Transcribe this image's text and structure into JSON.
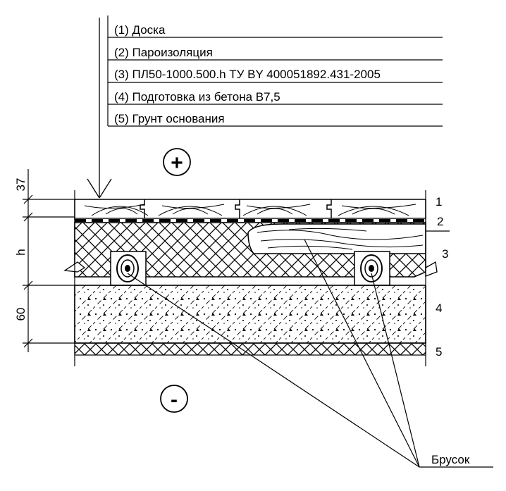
{
  "legend": {
    "items": [
      "(1) Доска",
      "(2) Пароизоляция",
      "(3) ПЛ50-1000.500.h ТУ BY 400051892.431-2005",
      "(4) Подготовка из бетона В7,5",
      "(5) Грунт основания"
    ]
  },
  "layer_numbers": [
    "1",
    "2",
    "3",
    "4",
    "5"
  ],
  "dimensions": {
    "top": "37",
    "middle": "h",
    "bottom": "60"
  },
  "signs": {
    "upper": "+",
    "lower": "-"
  },
  "callout": {
    "label": "Брусок"
  }
}
